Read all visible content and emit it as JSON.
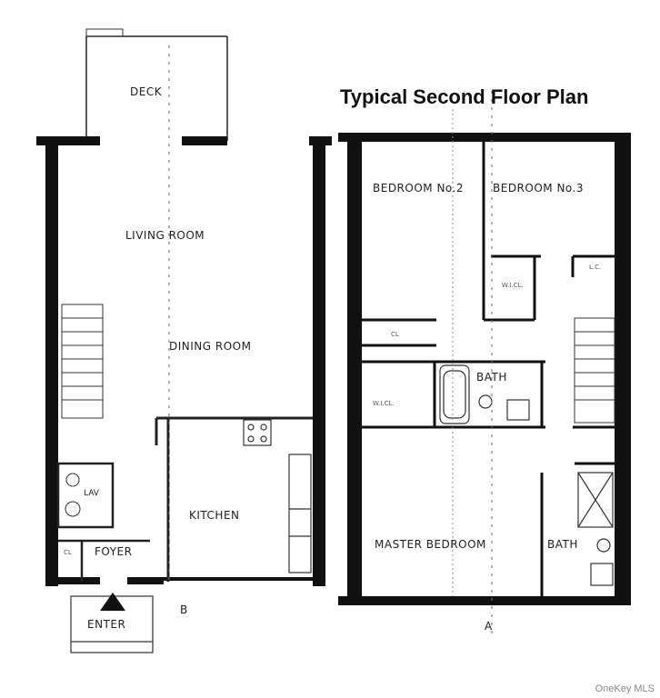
{
  "title": "Typical Second Floor Plan",
  "watermark": "OneKey MLS",
  "first_floor": {
    "deck": "DECK",
    "living_room": "LIVING ROOM",
    "dining_room": "DINING ROOM",
    "kitchen": "KITCHEN",
    "lav": "LAV",
    "foyer": "FOYER",
    "closet": "CL",
    "enter": "ENTER",
    "marker_b": "B"
  },
  "second_floor": {
    "bedroom_2": "BEDROOM No.2",
    "bedroom_3": "BEDROOM No.3",
    "bath_1": "BATH",
    "bath_2": "BATH",
    "master_bedroom": "MASTER BEDROOM",
    "walk_in_closet_1": "W.I.CL.",
    "walk_in_closet_2": "W.I.CL.",
    "closet_1": "CL",
    "linen_closet": "L.C.",
    "marker_a": "A"
  }
}
